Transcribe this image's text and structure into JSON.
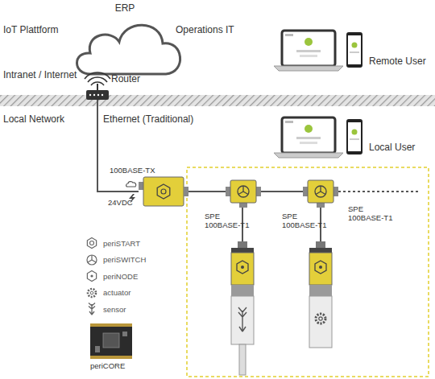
{
  "diagram": {
    "labels": [
      "ERP",
      "IoT Plattform",
      "Operations IT",
      "Remote User",
      "Intranet / Internet",
      "Router",
      "Local Network",
      "Ethernet (Traditional)",
      "Local User",
      "100BASE-TX",
      "24VDC",
      "SPE 100BASE-T1",
      "SPE 100BASE-T1",
      "SPE 100BASE-T1",
      "periCORE"
    ],
    "legend": [
      {
        "text": "periSTART"
      },
      {
        "text": "periSWITCH"
      },
      {
        "text": "periNODE"
      },
      {
        "text": "actuator"
      },
      {
        "text": "sensor"
      }
    ]
  }
}
